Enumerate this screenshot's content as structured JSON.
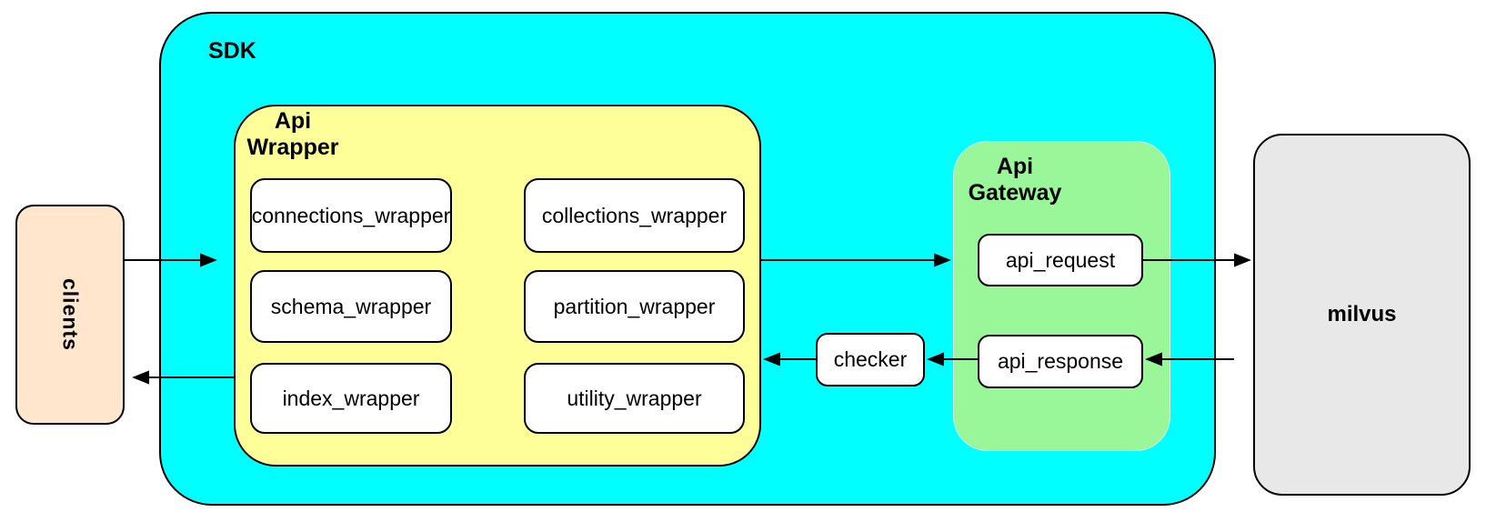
{
  "diagram": {
    "clients": {
      "label": "clients"
    },
    "sdk": {
      "label": "SDK"
    },
    "api_wrapper": {
      "label": "Api Wrapper",
      "boxes": [
        "connections_wrapper",
        "collections_wrapper",
        "schema_wrapper",
        "partition_wrapper",
        "index_wrapper",
        "utility_wrapper"
      ]
    },
    "checker": {
      "label": "checker"
    },
    "api_gateway": {
      "label": "Api Gateway",
      "boxes": [
        "api_request",
        "api_response"
      ]
    },
    "milvus": {
      "label": "milvus"
    },
    "colors": {
      "sdk_fill": "#00ffff",
      "api_wrapper_fill": "#ffff99",
      "api_gateway_fill": "#99f799",
      "clients_fill": "#ffe6cc",
      "milvus_fill": "#e8e8e8",
      "node_fill": "#ffffff",
      "stroke": "#000000"
    },
    "edges": [
      {
        "from": "clients",
        "to": "Api Wrapper"
      },
      {
        "from": "Api Wrapper",
        "to": "clients"
      },
      {
        "from": "Api Wrapper",
        "to": "Api Gateway"
      },
      {
        "from": "api_request",
        "to": "milvus"
      },
      {
        "from": "milvus",
        "to": "api_response"
      },
      {
        "from": "api_response",
        "to": "checker"
      },
      {
        "from": "checker",
        "to": "Api Wrapper"
      }
    ]
  }
}
